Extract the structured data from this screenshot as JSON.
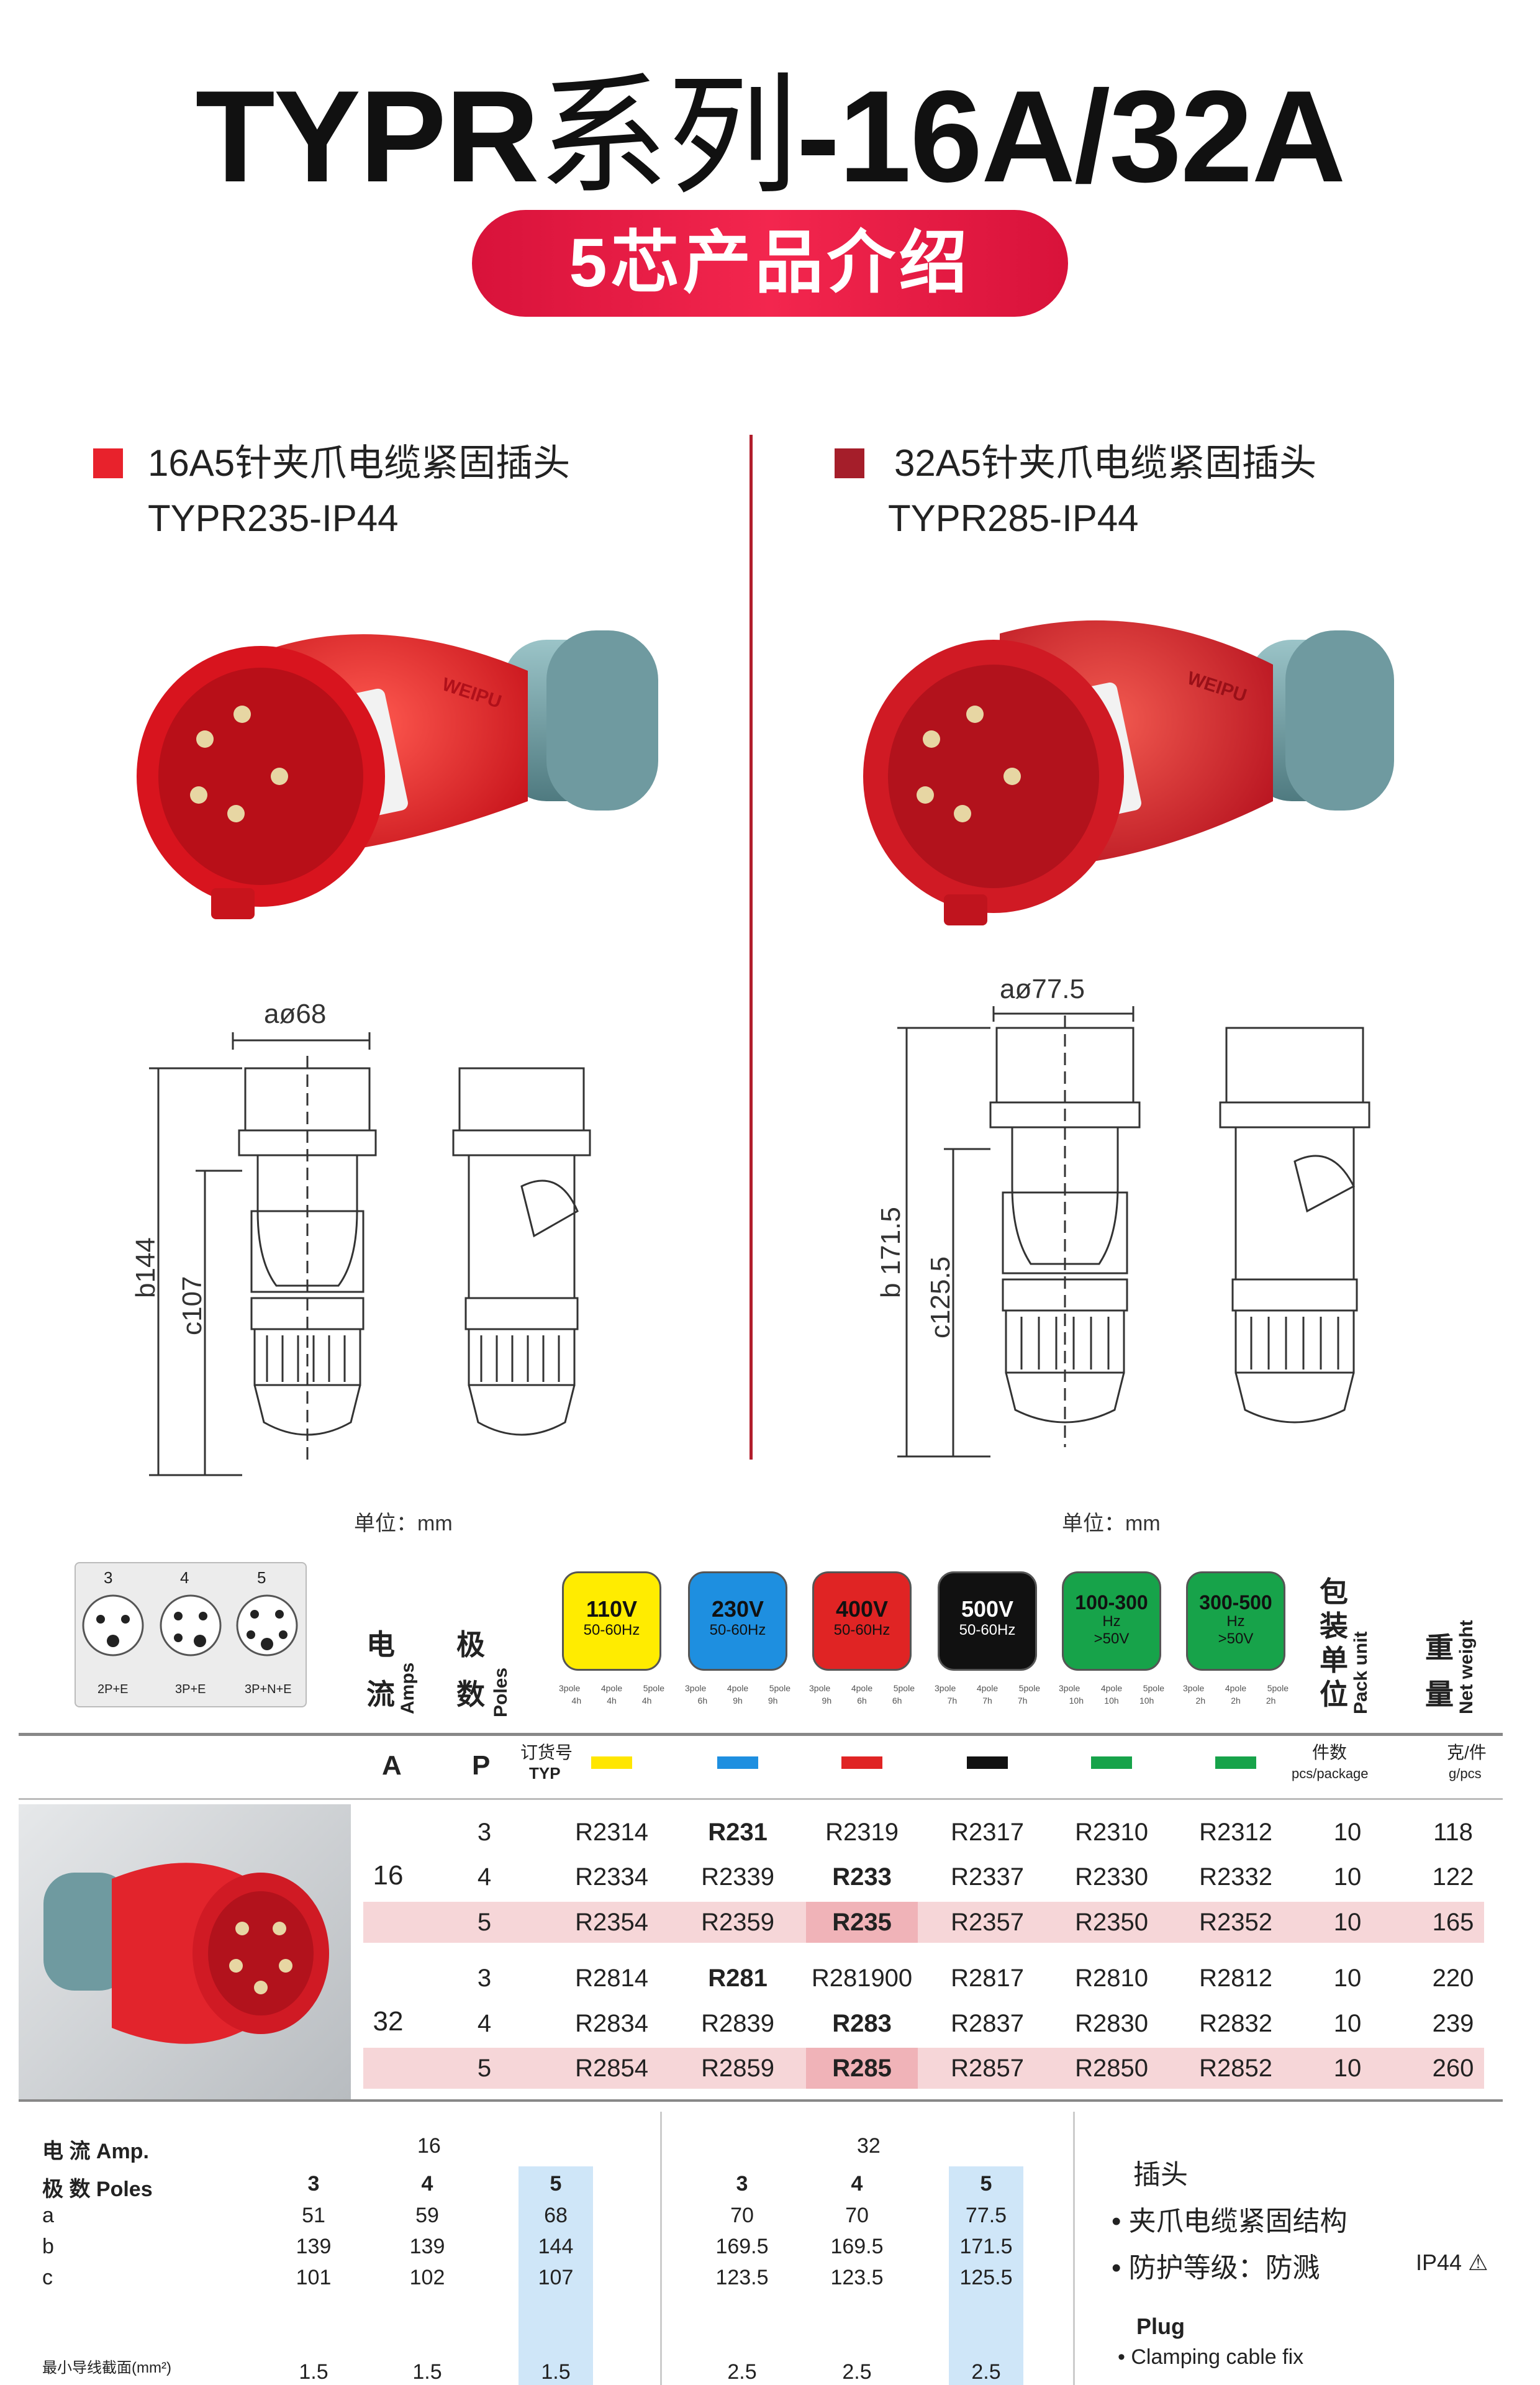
{
  "header": {
    "title_en1": "TYPR",
    "title_cn": "系列",
    "title_en2": "-16A/32A",
    "subtitle": "5芯产品介绍"
  },
  "products": [
    {
      "name": "16A5针夹爪电缆紧固插头",
      "model": "TYPR235-IP44",
      "brand": "WEIPU",
      "color": "#e8222c",
      "dims": {
        "a": "aø68",
        "b": "b144",
        "c": "c107"
      }
    },
    {
      "name": "32A5针夹爪电缆紧固插头",
      "model": "TYPR285-IP44",
      "brand": "WEIPU",
      "color": "#a51e2a",
      "dims": {
        "a": "aø77.5",
        "b": "b 171.5",
        "c": "c125.5"
      }
    }
  ],
  "unit_label": "单位：mm",
  "pin_legend": {
    "counts": [
      "3",
      "4",
      "5"
    ],
    "labels": [
      "2P+E",
      "3P+E",
      "3P+N+E"
    ]
  },
  "col_headers": {
    "current_cn": [
      "电",
      "流"
    ],
    "current_en": "Amps",
    "poles_cn": [
      "极",
      "数"
    ],
    "poles_en": "Poles",
    "pack_cn": [
      "包",
      "装",
      "单",
      "位"
    ],
    "pack_en": "Pack unit",
    "weight_cn": [
      "重",
      "量"
    ],
    "weight_en": "Net weight"
  },
  "voltages": [
    {
      "v": "110V",
      "hz": "50-60Hz",
      "bg": "#ffec00",
      "fg": "#111",
      "poles": [
        "3pole",
        "4pole",
        "5pole"
      ],
      "h": [
        "4h",
        "4h",
        "4h"
      ]
    },
    {
      "v": "230V",
      "hz": "50-60Hz",
      "bg": "#1e8fe0",
      "fg": "#111",
      "poles": [
        "3pole",
        "4pole",
        "5pole"
      ],
      "h": [
        "6h",
        "9h",
        "9h"
      ]
    },
    {
      "v": "400V",
      "hz": "50-60Hz",
      "bg": "#e02424",
      "fg": "#111",
      "poles": [
        "3pole",
        "4pole",
        "5pole"
      ],
      "h": [
        "9h",
        "6h",
        "6h"
      ]
    },
    {
      "v": "500V",
      "hz": "50-60Hz",
      "bg": "#111111",
      "fg": "#ffffff",
      "poles": [
        "3pole",
        "4pole",
        "5pole"
      ],
      "h": [
        "7h",
        "7h",
        "7h"
      ]
    },
    {
      "v": "100-300",
      "hz": "Hz",
      "hz2": ">50V",
      "bg": "#17a34a",
      "fg": "#111",
      "poles": [
        "3pole",
        "4pole",
        "5pole"
      ],
      "h": [
        "10h",
        "10h",
        "10h"
      ]
    },
    {
      "v": "300-500",
      "hz": "Hz",
      "hz2": ">50V",
      "bg": "#17a34a",
      "fg": "#111",
      "poles": [
        "3pole",
        "4pole",
        "5pole"
      ],
      "h": [
        "2h",
        "2h",
        "2h"
      ]
    }
  ],
  "table_header": {
    "a": "A",
    "p": "P",
    "typ_cn": "订货号",
    "typ_en": "TYP",
    "swatches": [
      "#ffe600",
      "#1e8fe0",
      "#e02424",
      "#111111",
      "#17a34a",
      "#17a34a"
    ],
    "pack_cn": "件数",
    "pack_en": "pcs/package",
    "weight_cn": "克/件",
    "weight_en": "g/pcs"
  },
  "rows": [
    {
      "amp": "16",
      "pole": "3",
      "codes": [
        "R2314",
        "R231",
        "R2319",
        "R2317",
        "R2310",
        "R2312"
      ],
      "pack": "10",
      "weight": "118",
      "bold": 1
    },
    {
      "amp": "",
      "pole": "4",
      "codes": [
        "R2334",
        "R2339",
        "R233",
        "R2337",
        "R2330",
        "R2332"
      ],
      "pack": "10",
      "weight": "122",
      "bold": 2
    },
    {
      "amp": "",
      "pole": "5",
      "codes": [
        "R2354",
        "R2359",
        "R235",
        "R2357",
        "R2350",
        "R2352"
      ],
      "pack": "10",
      "weight": "165",
      "bold": 2,
      "highlight": true
    },
    {
      "amp": "32",
      "pole": "3",
      "codes": [
        "R2814",
        "R281",
        "R281900",
        "R2817",
        "R2810",
        "R2812"
      ],
      "pack": "10",
      "weight": "220",
      "bold": 1
    },
    {
      "amp": "",
      "pole": "4",
      "codes": [
        "R2834",
        "R2839",
        "R283",
        "R2837",
        "R2830",
        "R2832"
      ],
      "pack": "10",
      "weight": "239",
      "bold": 2
    },
    {
      "amp": "",
      "pole": "5",
      "codes": [
        "R2854",
        "R2859",
        "R285",
        "R2857",
        "R2850",
        "R2852"
      ],
      "pack": "10",
      "weight": "260",
      "bold": 2,
      "highlight": true
    }
  ],
  "spec": {
    "current_label": "电 流 Amp.",
    "poles_label": "极 数 Poles",
    "groups": [
      "16",
      "32"
    ],
    "poles": [
      "3",
      "4",
      "5",
      "3",
      "4",
      "5"
    ],
    "rows": [
      {
        "label": "a",
        "vals": [
          "51",
          "59",
          "68",
          "70",
          "70",
          "77.5"
        ]
      },
      {
        "label": "b",
        "vals": [
          "139",
          "139",
          "144",
          "169.5",
          "169.5",
          "171.5"
        ]
      },
      {
        "label": "c",
        "vals": [
          "101",
          "102",
          "107",
          "123.5",
          "123.5",
          "125.5"
        ]
      }
    ],
    "wire_label": "最小导线截面(mm²)",
    "wire_vals": [
      "1.5",
      "1.5",
      "1.5",
      "2.5",
      "2.5",
      "2.5"
    ]
  },
  "features": {
    "title_cn": "插头",
    "items_cn": [
      "夹爪电缆紧固结构",
      "防护等级：防溅"
    ],
    "ip": "IP44",
    "title_en": "Plug",
    "items_en": [
      "Clamping cable fix"
    ]
  }
}
